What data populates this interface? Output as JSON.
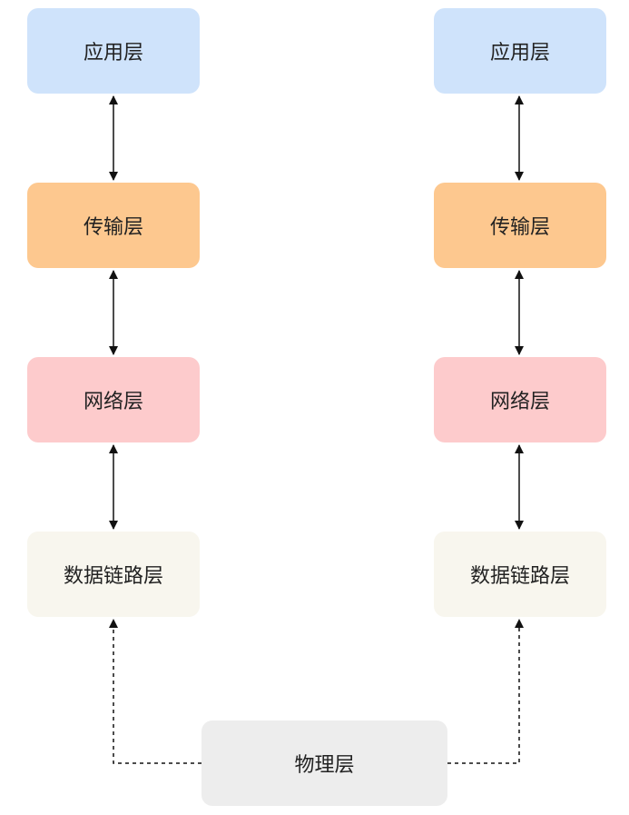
{
  "left_stack": {
    "application": "应用层",
    "transport": "传输层",
    "network": "网络层",
    "datalink": "数据链路层"
  },
  "right_stack": {
    "application": "应用层",
    "transport": "传输层",
    "network": "网络层",
    "datalink": "数据链路层"
  },
  "physical": "物理层",
  "colors": {
    "application": "#cfe3fb",
    "transport": "#fdc88f",
    "network": "#fdcbcc",
    "datalink": "#f8f6ee",
    "physical": "#ededed"
  }
}
